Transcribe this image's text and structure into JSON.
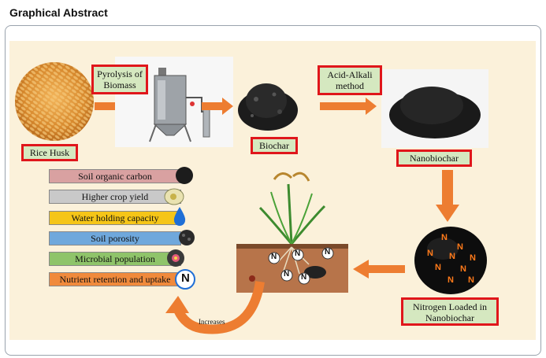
{
  "header": {
    "title": "Graphical Abstract"
  },
  "steps": {
    "rice_husk": "Rice Husk",
    "pyrolysis": "Pyrolysis of Biomass",
    "biochar": "Biochar",
    "acid_alkali": "Acid-Alkali method",
    "nanobiochar": "Nanobiochar",
    "nitrogen_loaded": "Nitrogen Loaded in Nanobiochar"
  },
  "benefits": [
    {
      "label": "Soil organic carbon",
      "color": "#d9a1a1"
    },
    {
      "label": "Higher crop yield",
      "color": "#c9c9c9"
    },
    {
      "label": "Water holding capacity",
      "color": "#f5c518"
    },
    {
      "label": "Soil porosity",
      "color": "#6fa8dc"
    },
    {
      "label": "Microbial population",
      "color": "#8fc46a"
    },
    {
      "label": "Nutrient retention and uptake",
      "color": "#f08a3c"
    }
  ],
  "increases_label": "Increases",
  "nitrogen_symbol": "N",
  "colors": {
    "arrow": "#ed7d31",
    "box_border": "#e0161b",
    "box_fill": "#d5e8c0",
    "background": "#fbf1da"
  }
}
